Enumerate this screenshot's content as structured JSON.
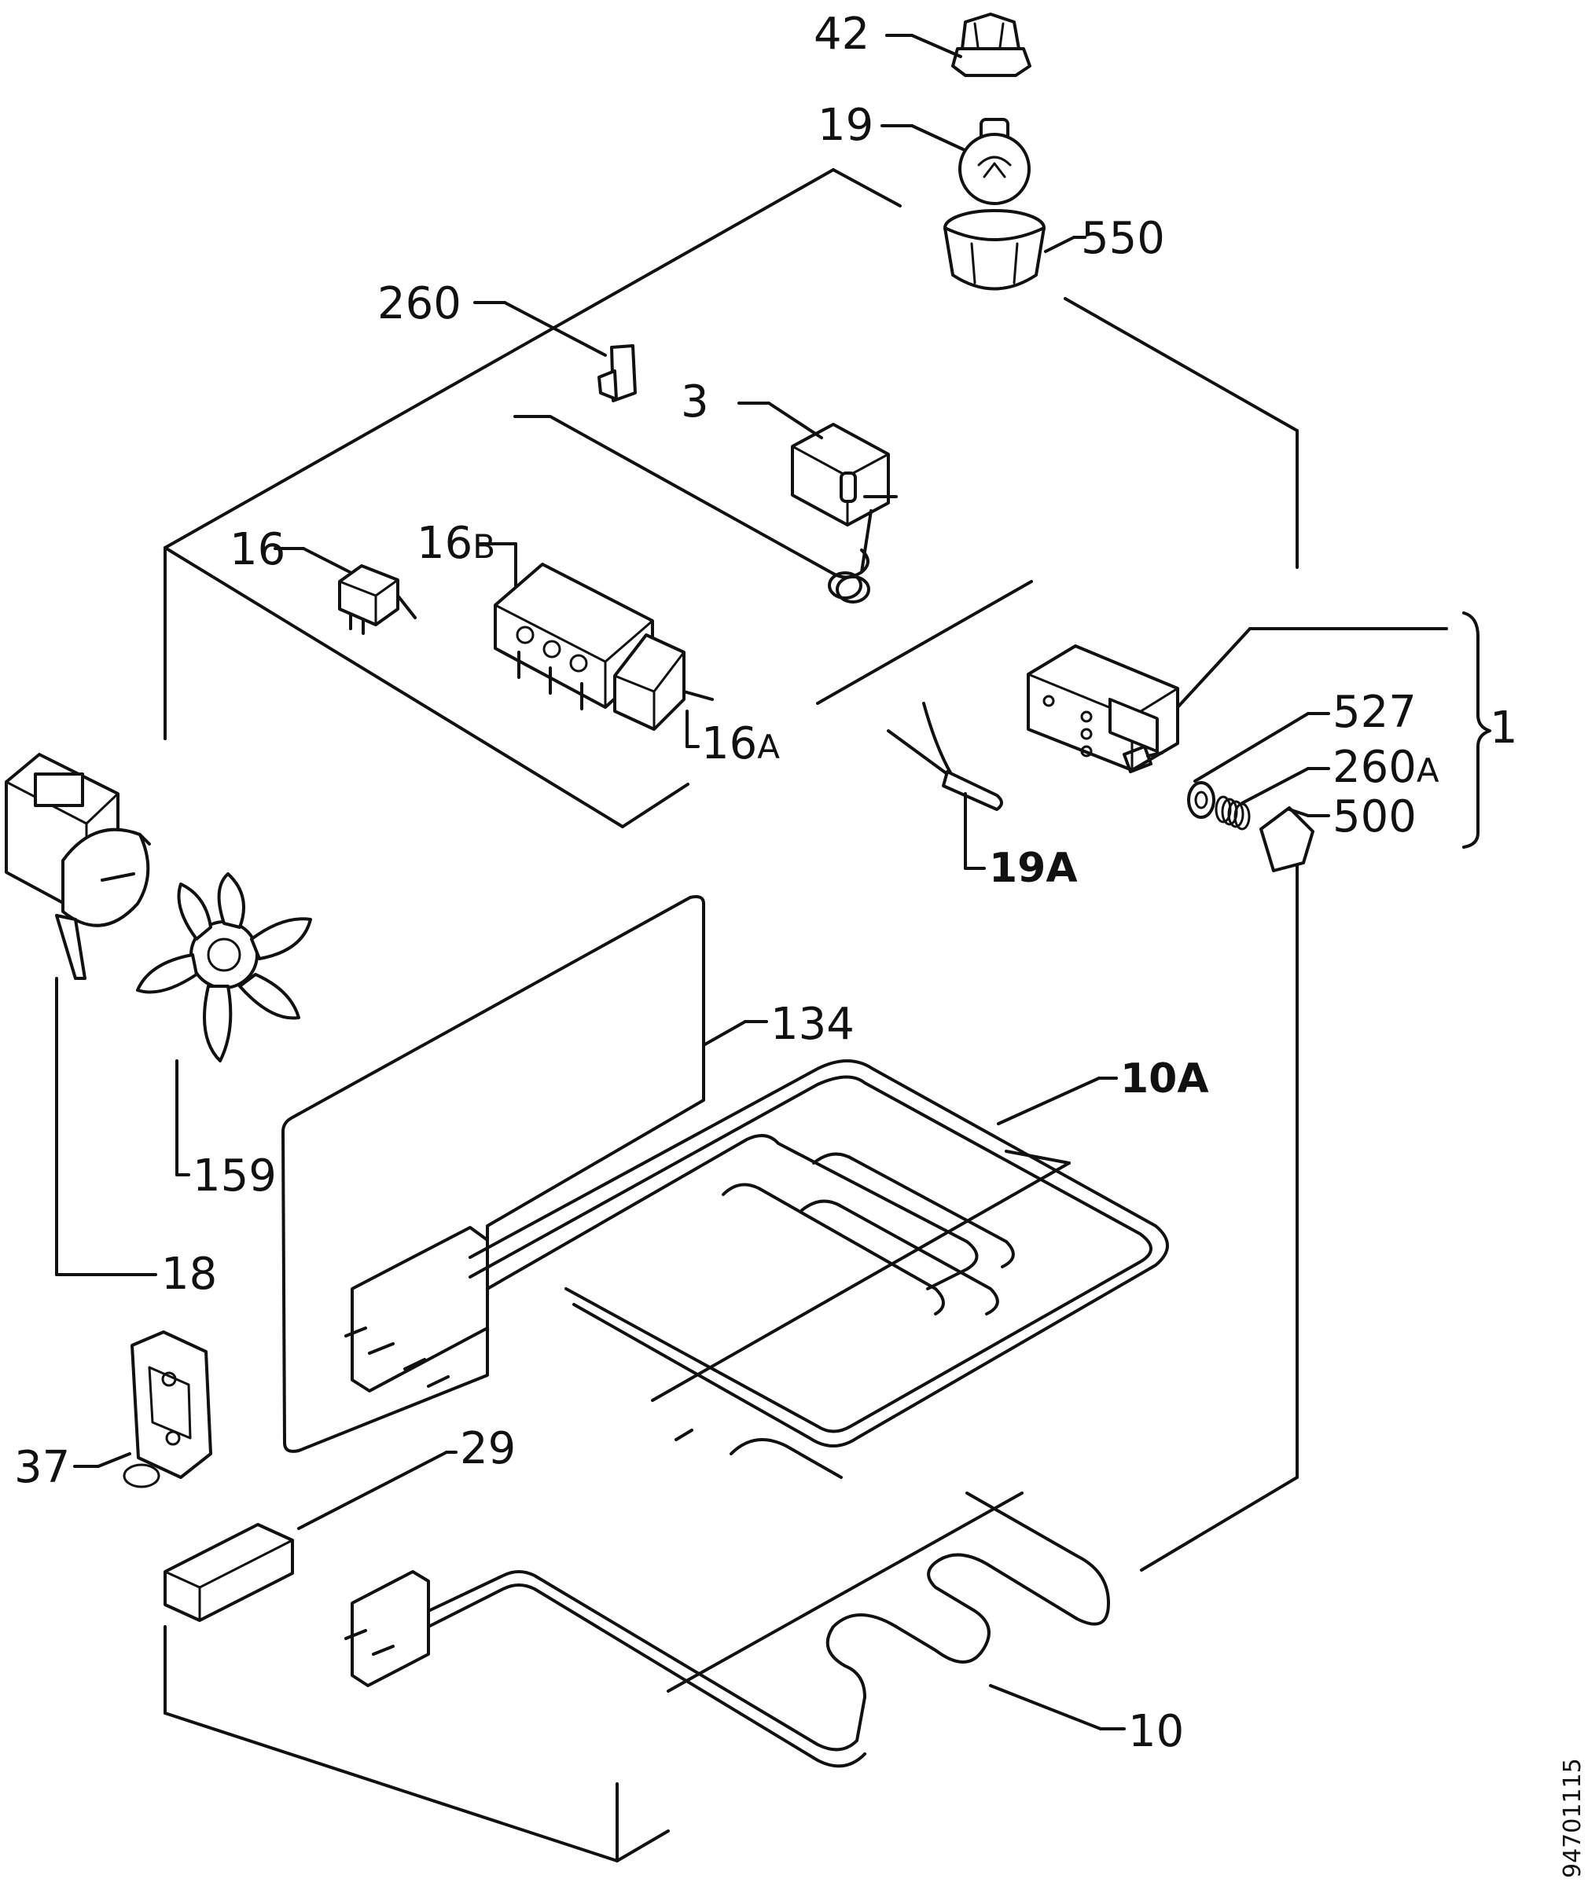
{
  "labels": {
    "p42": "42",
    "p19": "19",
    "p550": "550",
    "p260": "260",
    "p3": "3",
    "p16": "16",
    "p16b_num": "16",
    "p16b_suf": "B",
    "p16a_num": "16",
    "p16a_suf": "A",
    "p1": "1",
    "p527": "527",
    "p260a_num": "260",
    "p260a_suf": "A",
    "p500": "500",
    "p19a": "19A",
    "p134": "134",
    "p10a": "10A",
    "p159": "159",
    "p18": "18",
    "p37": "37",
    "p29": "29",
    "p10": "10"
  },
  "doc_code": "94701115"
}
